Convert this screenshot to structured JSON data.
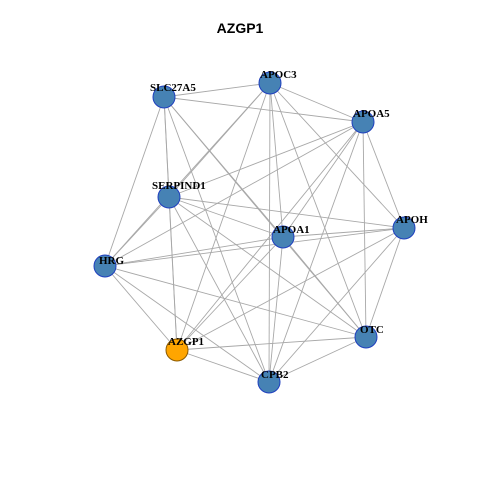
{
  "title": "AZGP1",
  "colors": {
    "background": "#ffffff",
    "edge": "#a8a8a8",
    "node_fill": "#4682b4",
    "node_stroke": "#1f3fbf",
    "focus_fill": "#ffa500",
    "focus_stroke": "#8b5a00"
  },
  "network": {
    "nodes": [
      {
        "id": "APOC3",
        "label": "APOC3",
        "focus": false
      },
      {
        "id": "SLC27A5",
        "label": "SLC27A5",
        "focus": false
      },
      {
        "id": "APOA5",
        "label": "APOA5",
        "focus": false
      },
      {
        "id": "SERPIND1",
        "label": "SERPIND1",
        "focus": false
      },
      {
        "id": "APOH",
        "label": "APOH",
        "focus": false
      },
      {
        "id": "APOA1",
        "label": "APOA1",
        "focus": false
      },
      {
        "id": "HRG",
        "label": "HRG",
        "focus": false
      },
      {
        "id": "OTC",
        "label": "OTC",
        "focus": false
      },
      {
        "id": "AZGP1",
        "label": "AZGP1",
        "focus": true
      },
      {
        "id": "CPB2",
        "label": "CPB2",
        "focus": false
      }
    ],
    "edges": [
      [
        "APOC3",
        "SLC27A5"
      ],
      [
        "APOC3",
        "APOA5"
      ],
      [
        "APOC3",
        "SERPIND1"
      ],
      [
        "APOC3",
        "APOA1"
      ],
      [
        "APOC3",
        "HRG"
      ],
      [
        "APOC3",
        "OTC"
      ],
      [
        "APOC3",
        "AZGP1"
      ],
      [
        "APOC3",
        "CPB2"
      ],
      [
        "APOC3",
        "APOH"
      ],
      [
        "SLC27A5",
        "APOA5"
      ],
      [
        "SLC27A5",
        "SERPIND1"
      ],
      [
        "SLC27A5",
        "APOA1"
      ],
      [
        "SLC27A5",
        "HRG"
      ],
      [
        "SLC27A5",
        "OTC"
      ],
      [
        "SLC27A5",
        "CPB2"
      ],
      [
        "SLC27A5",
        "AZGP1"
      ],
      [
        "APOA5",
        "SERPIND1"
      ],
      [
        "APOA5",
        "APOA1"
      ],
      [
        "APOA5",
        "HRG"
      ],
      [
        "APOA5",
        "OTC"
      ],
      [
        "APOA5",
        "AZGP1"
      ],
      [
        "APOA5",
        "CPB2"
      ],
      [
        "APOA5",
        "APOH"
      ],
      [
        "SERPIND1",
        "APOA1"
      ],
      [
        "SERPIND1",
        "HRG"
      ],
      [
        "SERPIND1",
        "AZGP1"
      ],
      [
        "SERPIND1",
        "CPB2"
      ],
      [
        "SERPIND1",
        "OTC"
      ],
      [
        "SERPIND1",
        "APOH"
      ],
      [
        "APOH",
        "APOA1"
      ],
      [
        "APOH",
        "HRG"
      ],
      [
        "APOH",
        "OTC"
      ],
      [
        "APOH",
        "CPB2"
      ],
      [
        "APOH",
        "AZGP1"
      ],
      [
        "APOA1",
        "HRG"
      ],
      [
        "APOA1",
        "OTC"
      ],
      [
        "APOA1",
        "AZGP1"
      ],
      [
        "APOA1",
        "CPB2"
      ],
      [
        "HRG",
        "OTC"
      ],
      [
        "HRG",
        "AZGP1"
      ],
      [
        "HRG",
        "CPB2"
      ],
      [
        "OTC",
        "AZGP1"
      ],
      [
        "OTC",
        "CPB2"
      ],
      [
        "AZGP1",
        "CPB2"
      ]
    ]
  }
}
